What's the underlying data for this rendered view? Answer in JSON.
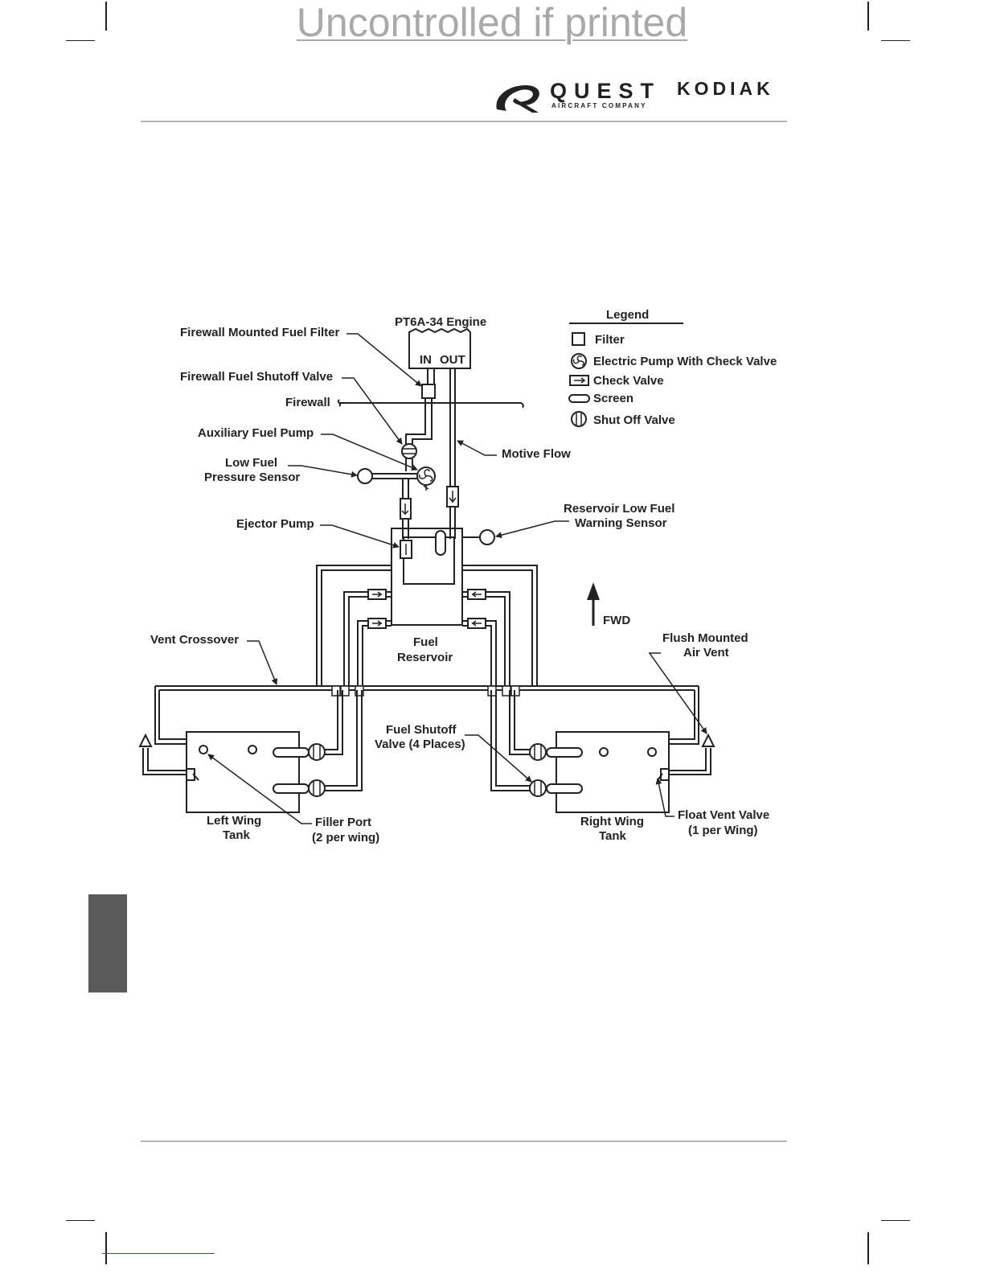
{
  "header": {
    "watermark": "Uncontrolled if printed",
    "brand_quest": "QUEST",
    "brand_sub": "AIRCRAFT COMPANY",
    "brand_product": "KODIAK"
  },
  "legend": {
    "title": "Legend",
    "items": [
      {
        "icon": "filter-icon",
        "label": "Filter"
      },
      {
        "icon": "electric-pump-icon",
        "label": "Electric Pump With Check Valve"
      },
      {
        "icon": "check-valve-icon",
        "label": "Check Valve"
      },
      {
        "icon": "screen-icon",
        "label": "Screen"
      },
      {
        "icon": "shutoff-valve-icon",
        "label": "Shut Off Valve"
      }
    ]
  },
  "labels": {
    "engine": "PT6A-34 Engine",
    "engine_in": "IN",
    "engine_out": "OUT",
    "firewall_filter": "Firewall Mounted Fuel Filter",
    "firewall_shutoff": "Firewall Fuel Shutoff Valve",
    "firewall": "Firewall",
    "aux_pump": "Auxiliary Fuel Pump",
    "low_fuel_1": "Low Fuel",
    "low_fuel_2": "Pressure Sensor",
    "motive_flow": "Motive Flow",
    "ejector_pump": "Ejector Pump",
    "reservoir_warn_1": "Reservoir Low Fuel",
    "reservoir_warn_2": "Warning Sensor",
    "fwd": "FWD",
    "vent_crossover": "Vent Crossover",
    "reservoir_1": "Fuel",
    "reservoir_2": "Reservoir",
    "flush_vent_1": "Flush Mounted",
    "flush_vent_2": "Air Vent",
    "shutoff_1": "Fuel Shutoff",
    "shutoff_2": "Valve (4 Places)",
    "left_tank_1": "Left Wing",
    "left_tank_2": "Tank",
    "filler_1": "Filler Port",
    "filler_2": "(2 per wing)",
    "right_tank_1": "Right Wing",
    "right_tank_2": "Tank",
    "float_vent_1": "Float Vent Valve",
    "float_vent_2": "(1 per Wing)"
  }
}
